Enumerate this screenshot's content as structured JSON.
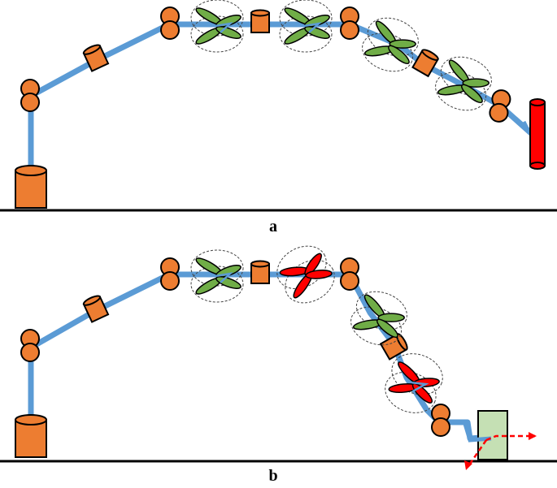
{
  "panels": [
    {
      "id": "a",
      "label": "a",
      "end_effector": "red-cylinder"
    },
    {
      "id": "b",
      "label": "b",
      "end_effector": "green-box"
    }
  ],
  "colors": {
    "link": "#5B9BD5",
    "joint": "#ED7D31",
    "propeller_normal": "#70AD47",
    "propeller_active": "#FF0000",
    "end_effector_red": "#FF0000",
    "end_effector_box": "#C5E0B4",
    "force_arrow": "#FF0000",
    "ground": "#000000"
  }
}
